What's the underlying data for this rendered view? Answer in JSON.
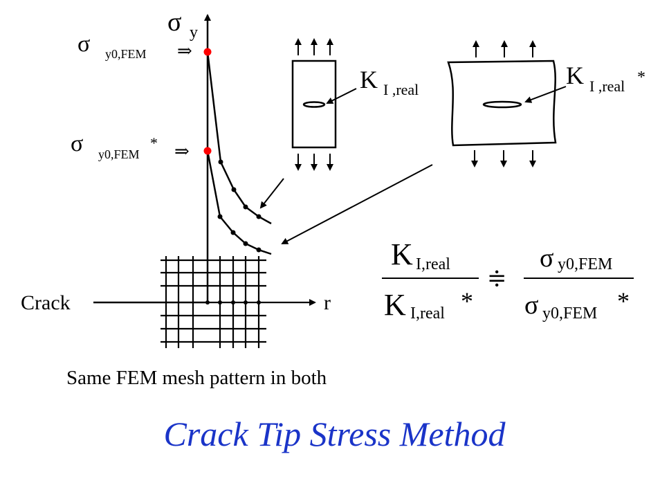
{
  "axes": {
    "y_symbol": "σ",
    "y_subscript": "y",
    "x_label": "r",
    "crack_label": "Crack"
  },
  "stress_labels": {
    "upper_symbol": "σ",
    "upper_subscript": "y0,FEM",
    "lower_symbol": "σ",
    "lower_subscript": "y0,FEM",
    "lower_star": "*",
    "arrow": "⇒"
  },
  "specimens": {
    "small_K": "K",
    "small_sub": "I ,real",
    "large_K": "K",
    "large_sub": "I ,real",
    "large_star": "*"
  },
  "formula": {
    "num_left_K": "K",
    "num_left_sub": "I,real",
    "den_left_K": "K",
    "den_left_sub": "I,real",
    "den_left_star": "*",
    "approx": "≑",
    "num_right_sigma": "σ",
    "num_right_sub": "y0,FEM",
    "den_right_sigma": "σ",
    "den_right_sub": "y0,FEM",
    "den_right_star": "*"
  },
  "caption": "Same FEM mesh pattern in both",
  "title": "Crack Tip Stress Method",
  "colors": {
    "title": "#1a34c8",
    "tip_point": "#ff0000",
    "lines": "#000000"
  }
}
